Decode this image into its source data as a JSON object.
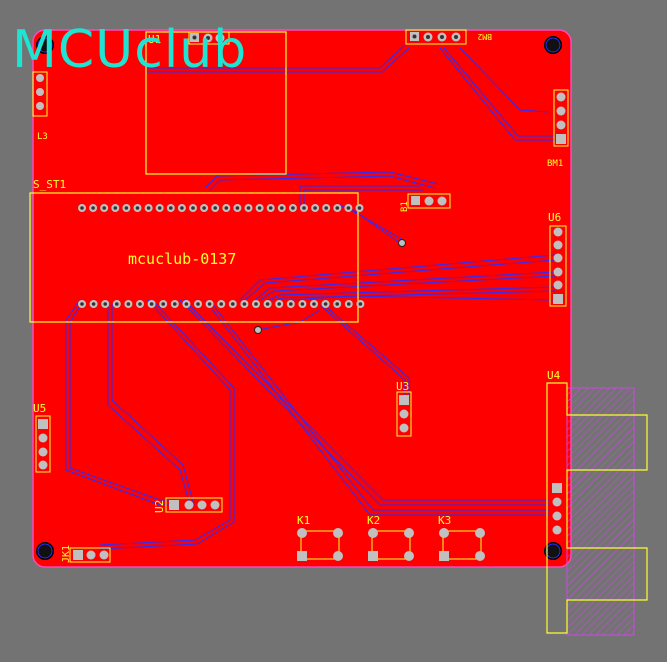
{
  "logo_text": "MCUclub",
  "board_title": "mcuclub-0137",
  "colors": {
    "background": "#747373",
    "board": "#ff0000",
    "trace": "#2c2cff",
    "silkscreen": "#ffff2e",
    "logo": "#1de4d3",
    "keepout": "#c84ae0"
  },
  "components": {
    "u1": "U1",
    "u2": "U2",
    "u3": "U3",
    "u4": "U4",
    "u5": "U5",
    "u6": "U6",
    "s_st1": "S_ST1",
    "b1": "B1",
    "k1": "K1",
    "k2": "K2",
    "k3": "K3",
    "jk1": "JK1",
    "l3": "L3",
    "h_top": "BM2",
    "h_right": "BM1"
  }
}
